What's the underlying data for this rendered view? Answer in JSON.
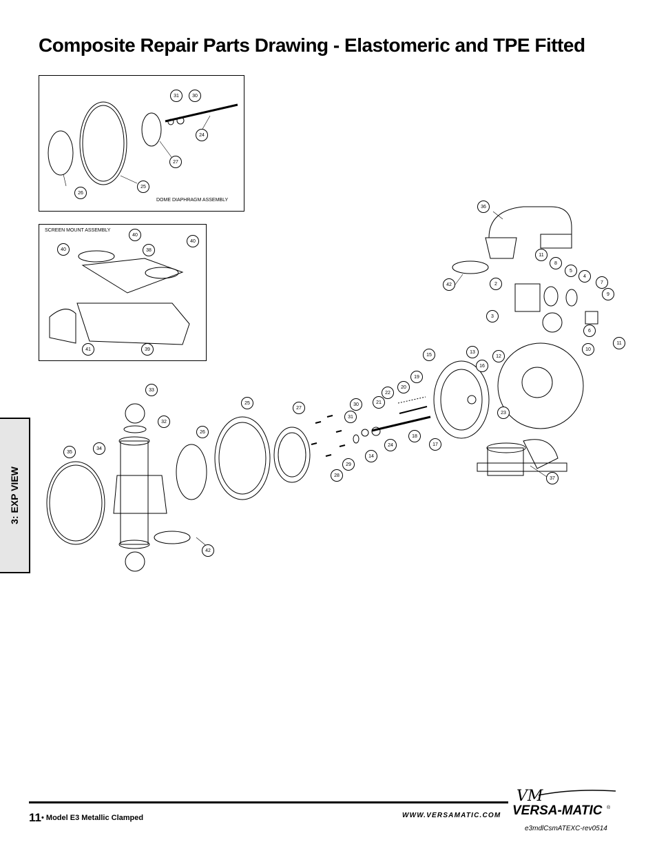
{
  "page": {
    "title": "Composite Repair Parts Drawing - Elastomeric and TPE Fitted",
    "side_tab": "3: EXP VIEW"
  },
  "insets": {
    "dome": {
      "caption": "DOME DIAPHRAGM ASSEMBLY",
      "callouts": [
        "31",
        "30",
        "24",
        "27",
        "25",
        "26"
      ]
    },
    "screen": {
      "caption": "SCREEN MOUNT ASSEMBLY",
      "callouts": [
        "40",
        "40",
        "38",
        "40",
        "41",
        "39"
      ]
    }
  },
  "main_callouts": [
    "36",
    "11",
    "8",
    "5",
    "4",
    "7",
    "9",
    "2",
    "3",
    "6",
    "11",
    "10",
    "42",
    "15",
    "13",
    "12",
    "16",
    "19",
    "20",
    "22",
    "21",
    "23",
    "30",
    "31",
    "14",
    "24",
    "18",
    "17",
    "25",
    "27",
    "26",
    "33",
    "32",
    "35",
    "34",
    "29",
    "28",
    "42",
    "37"
  ],
  "footer": {
    "page_number": "11",
    "model": "• Model E3 Metallic Clamped",
    "url": "WWW.VERSAMATIC.COM",
    "brand": "VERSA-MATIC",
    "brand_mark": "VM",
    "registered": "®",
    "revision": "e3mdlCsmATEXC-rev0514"
  }
}
